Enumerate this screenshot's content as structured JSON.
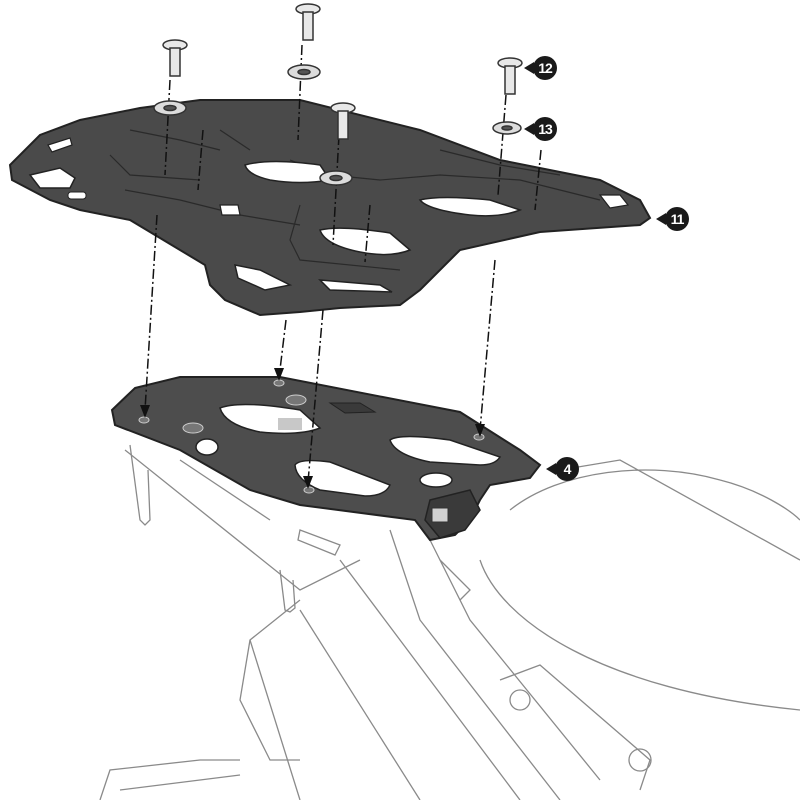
{
  "diagram": {
    "type": "exploded-assembly",
    "subject": "Top case rack plate mounting onto motorcycle rear rack",
    "colors": {
      "plate": "#4a4a4a",
      "plate_edge": "#2a2a2a",
      "outline": "#8a8a8a",
      "callout": "#1a1a1a",
      "background": "#ffffff"
    },
    "callouts": [
      {
        "id": "12",
        "label": "12",
        "part": "screw"
      },
      {
        "id": "13",
        "label": "13",
        "part": "washer"
      },
      {
        "id": "11",
        "label": "11",
        "part": "top rack plate"
      },
      {
        "id": "4",
        "label": "4",
        "part": "base adapter plate"
      }
    ],
    "fasteners": {
      "screws": 4,
      "washers": 4
    }
  }
}
